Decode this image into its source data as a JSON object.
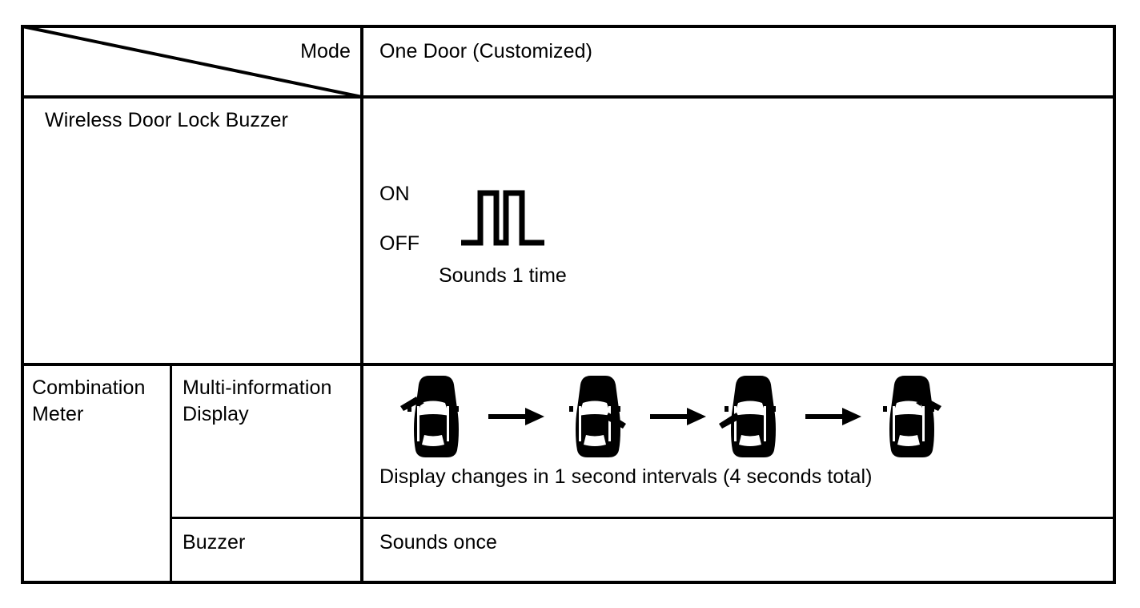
{
  "table": {
    "header": {
      "corner_label": "Mode",
      "mode_value": "One Door (Customized)"
    },
    "rows": [
      {
        "label": "Wireless Door Lock Buzzer",
        "waveform": {
          "on_label": "ON",
          "off_label": "OFF",
          "caption": "Sounds 1 time",
          "pulse_count": 2
        }
      },
      {
        "label": "Combination\nMeter",
        "sub_rows": [
          {
            "label": "Multi-information\nDisplay",
            "caption": "Display changes in 1 second intervals (4 seconds total)",
            "sequence": {
              "steps": 4,
              "arrow_count": 3,
              "marker_positions": [
                "upper-left",
                "lower-right",
                "lower-left",
                "upper-right"
              ]
            }
          },
          {
            "label": "Buzzer",
            "value": "Sounds once"
          }
        ]
      }
    ]
  },
  "colors": {
    "ink": "#000000",
    "paper": "#ffffff"
  }
}
